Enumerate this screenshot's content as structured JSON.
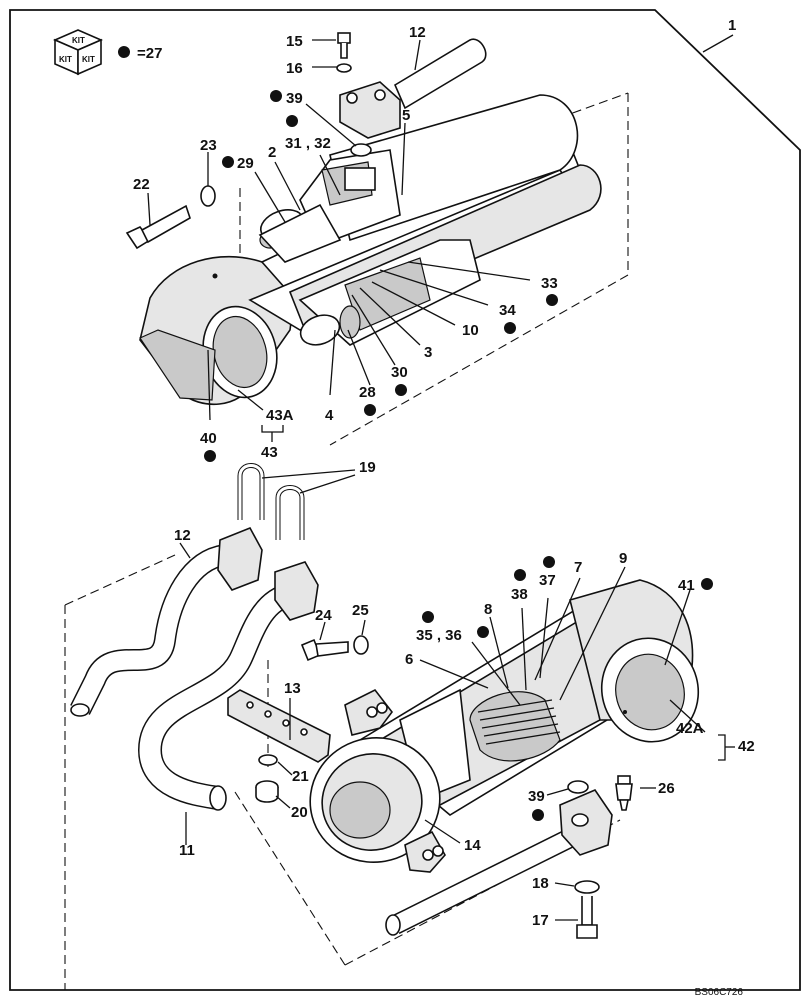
{
  "kit_legend": {
    "kit_text": "KIT",
    "equals_text": "=27"
  },
  "drawing_code": "BS06C726",
  "labels": {
    "l1": "1",
    "l2": "2",
    "l3": "3",
    "l4": "4",
    "l5": "5",
    "l6": "6",
    "l7": "7",
    "l8": "8",
    "l9": "9",
    "l10": "10",
    "l11": "11",
    "l12a": "12",
    "l12b": "12",
    "l13": "13",
    "l14": "14",
    "l15": "15",
    "l16": "16",
    "l17": "17",
    "l18": "18",
    "l19": "19",
    "l20": "20",
    "l21": "21",
    "l22": "22",
    "l23": "23",
    "l24": "24",
    "l25": "25",
    "l26": "26",
    "l28": "28",
    "l29": "29",
    "l30": "30",
    "l31_32": "31 , 32",
    "l33": "33",
    "l34": "34",
    "l35_36": "35 , 36",
    "l37": "37",
    "l38": "38",
    "l39a": "39",
    "l39b": "39",
    "l40": "40",
    "l41": "41",
    "l42": "42",
    "l42a": "42A",
    "l43": "43",
    "l43a": "43A"
  }
}
